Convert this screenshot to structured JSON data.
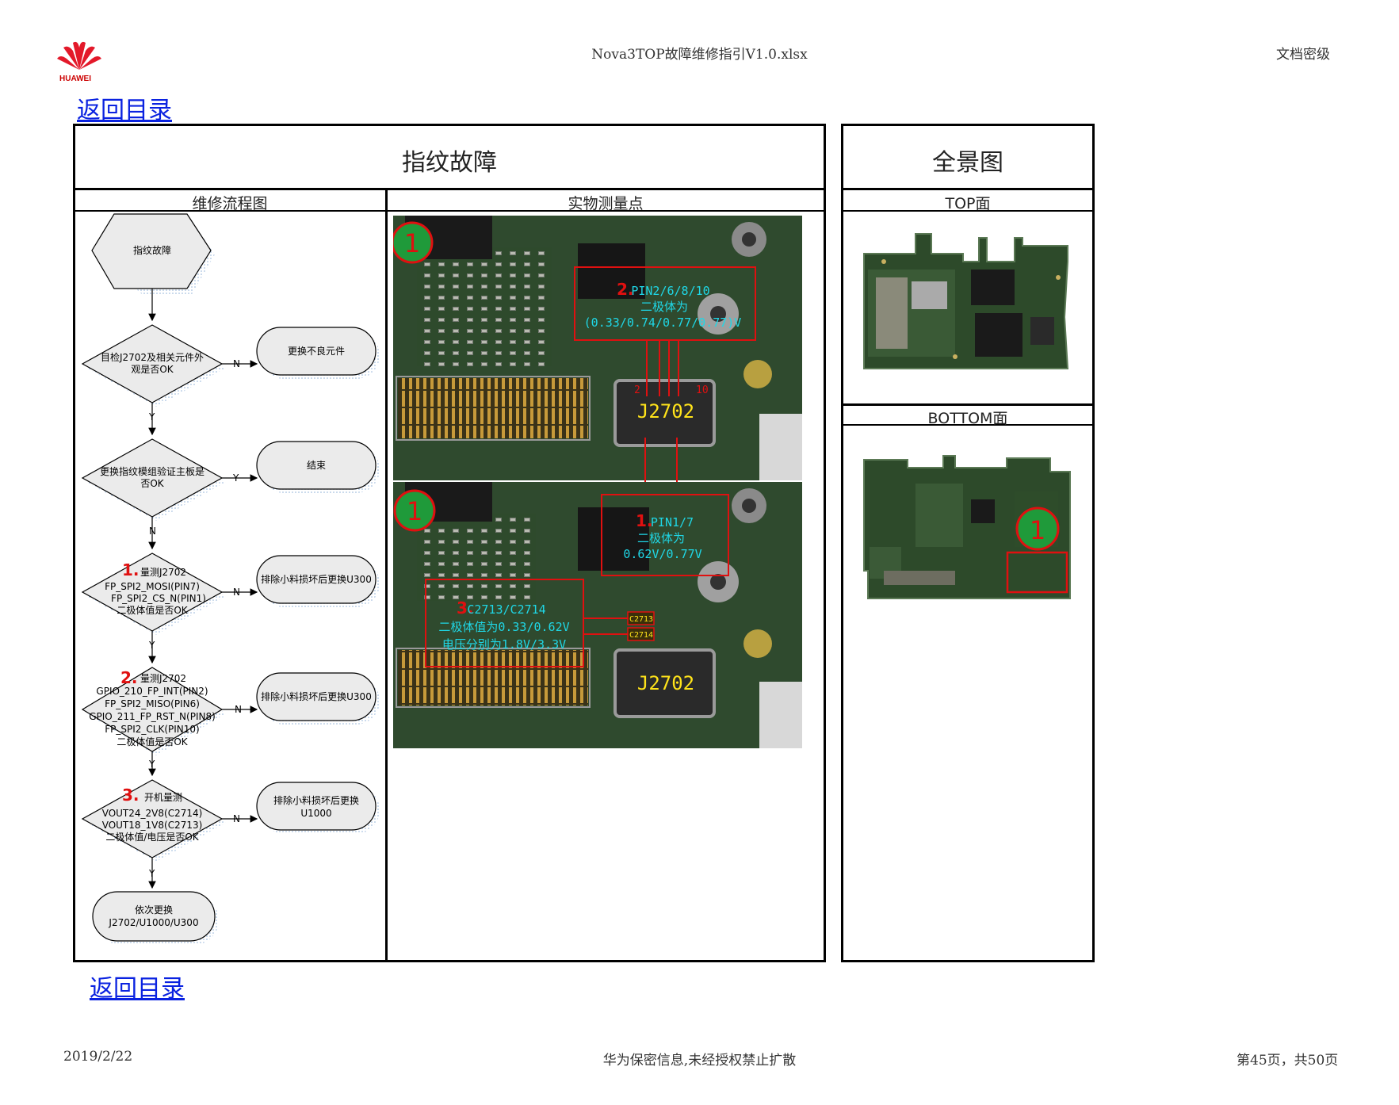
{
  "header": {
    "logo_text": "HUAWEI",
    "file_title": "Nova3TOP故障维修指引V1.0.xlsx",
    "classification": "文档密级"
  },
  "nav": {
    "back_top": "返回目录",
    "back_bottom": "返回目录"
  },
  "main": {
    "title": "指纹故障",
    "flow_header": "维修流程图",
    "measure_header": "实物测量点"
  },
  "overview": {
    "title": "全景图",
    "top_label": "TOP面",
    "bottom_label": "BOTTOM面",
    "marker": "1"
  },
  "flow": {
    "start": "指纹故障",
    "q1": [
      "目检J2702及相关元件外",
      "观是否OK"
    ],
    "a1_n": "更换不良元件",
    "q2": [
      "更换指纹模组验证主板是",
      "否OK"
    ],
    "a2_y": "结束",
    "q3_num": "1.",
    "q3": [
      "量测J2702",
      "FP_SPI2_MOSI(PIN7)",
      "FP_SPI2_CS_N(PIN1)",
      "二极体值是否OK"
    ],
    "a3_n": "排除小料损坏后更换U300",
    "q4_num": "2.",
    "q4": [
      "量测J2702",
      "GPIO_210_FP_INT(PIN2)",
      "FP_SPI2_MISO(PIN6)",
      "GPIO_211_FP_RST_N(PIN8)",
      "FP_SPI2_CLK(PIN10)",
      "二极体值是否OK"
    ],
    "a4_n": "排除小料损坏后更换U300",
    "q5_num": "3.",
    "q5": [
      "开机量测",
      "VOUT24_2V8(C2714)",
      "VOUT18_1V8(C2713)",
      "二极体值/电压是否OK"
    ],
    "a5_n": [
      "排除小料损坏后更换",
      "U1000"
    ],
    "end": [
      "依次更换",
      "J2702/U1000/U300"
    ],
    "yes": "Y",
    "no": "N"
  },
  "photo": {
    "marker": "1",
    "connector": "J2702",
    "pin_left": "2",
    "pin_right": "10",
    "note2_num": "2.",
    "note2": [
      "PIN2/6/8/10",
      "二极体为",
      "(0.33/0.74/0.77/0.77)V"
    ],
    "note1_num": "1.",
    "note1": [
      "PIN1/7",
      "二极体为",
      "0.62V/0.77V"
    ],
    "note3_num": "3.",
    "note3": [
      "C2713/C2714",
      "二极体值为0.33/0.62V",
      "电压分别为1.8V/3.3V"
    ],
    "cap1": "C2713",
    "cap2": "C2714"
  },
  "footer": {
    "date": "2019/2/22",
    "confidential": "华为保密信息,未经授权禁止扩散",
    "page": "第45页，共50页"
  }
}
